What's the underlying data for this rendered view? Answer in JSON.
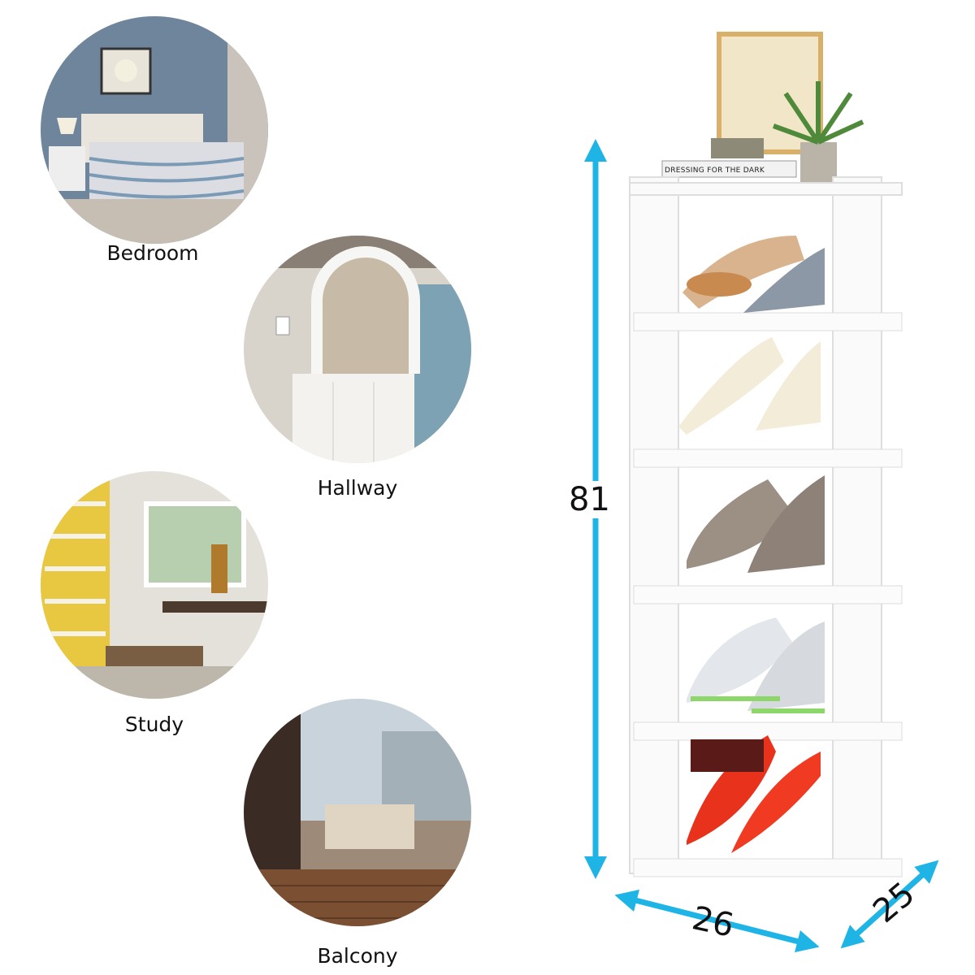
{
  "rooms": [
    {
      "label": "Bedroom"
    },
    {
      "label": "Hallway"
    },
    {
      "label": "Study"
    },
    {
      "label": "Balcony"
    }
  ],
  "dimensions": {
    "height": "81",
    "width": "26",
    "depth": "25"
  },
  "product": {
    "shelf_count": 5,
    "book_title": "DRESSING FOR THE DARK"
  },
  "colors": {
    "arrow": "#1eb4e6",
    "rack": "#ffffff"
  }
}
